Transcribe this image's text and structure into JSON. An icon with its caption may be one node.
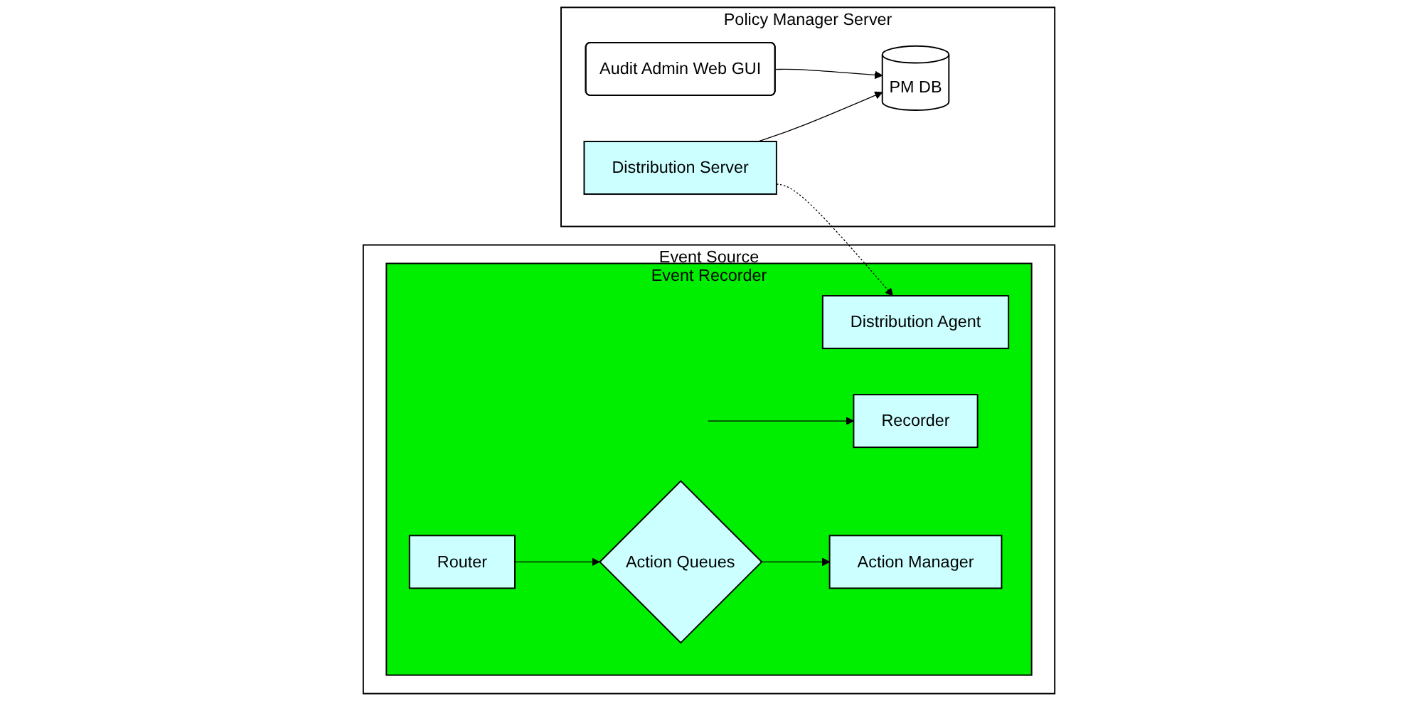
{
  "diagram": {
    "nodes": [
      {
        "text": [
          "Event Source"
        ]
      },
      {
        "text": [
          "Event Recorder"
        ],
        "in": 0
      },
      {
        "text": [
          "Distribution Agent"
        ],
        "in": 1
      },
      {
        "text": [
          "Recorder"
        ],
        "in": 1
      },
      {
        "text": [
          "Router"
        ],
        "in": 1
      },
      {
        "text": [
          "Action Queues"
        ],
        "in": 1
      },
      {
        "text": [
          "Action Manager"
        ],
        "in": 1
      },
      {
        "text": [
          "Policy Manager Server"
        ]
      },
      {
        "text": [
          "Distribution Server"
        ],
        "in": 7
      },
      {
        "text": [
          "PM DB"
        ],
        "in": 7
      },
      {
        "text": [
          "Audit Admin Web GUI"
        ],
        "in": 7
      }
    ],
    "edges": [
      {
        "from": null,
        "to": 3,
        "arrow": "to"
      },
      {
        "from": 4,
        "to": 5,
        "arrow": "to"
      },
      {
        "from": 5,
        "to": 6,
        "arrow": "to"
      },
      {
        "from": 8,
        "to": 2,
        "arrow": "to",
        "style": "dashed"
      },
      {
        "from": 8,
        "to": 9,
        "arrow": "to"
      },
      {
        "from": 10,
        "to": 9,
        "arrow": "to"
      }
    ]
  }
}
